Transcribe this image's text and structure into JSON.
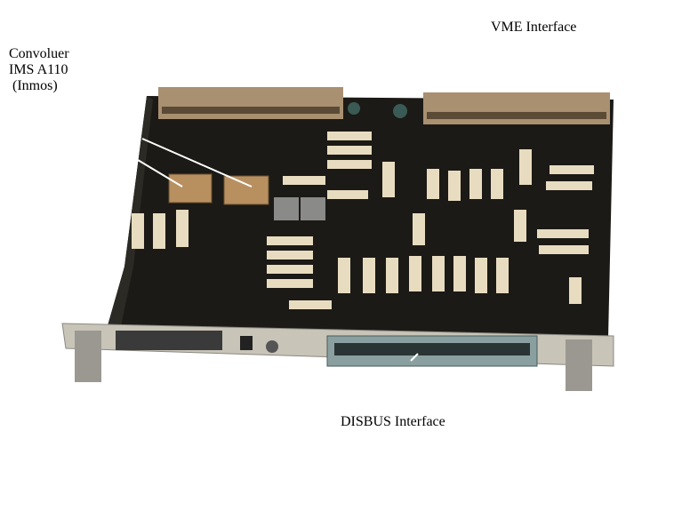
{
  "labels": {
    "convolver_line1": "Convoluer",
    "convolver_line2": "IMS A110",
    "convolver_line3": " (Inmos)",
    "vme": "VME Interface",
    "disbus": "DISBUS Interface"
  },
  "colors": {
    "board": "#1c1a16",
    "chip": "#e8dcc0",
    "gold_chip": "#b89060",
    "connector": "#a89070",
    "panel": "#c8c4b8"
  }
}
